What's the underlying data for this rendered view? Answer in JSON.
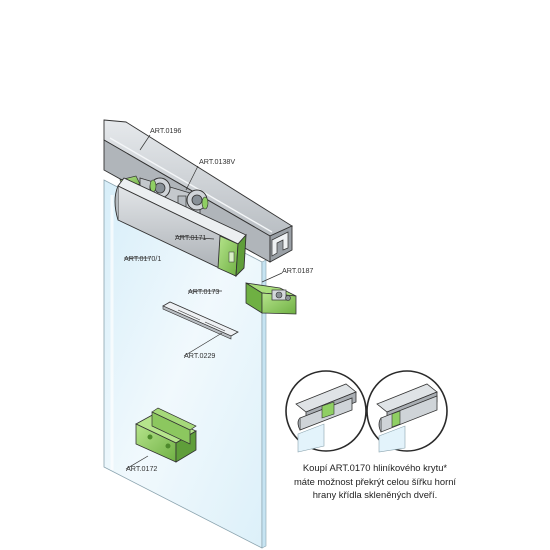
{
  "labels": {
    "art_0196": "ART.0196",
    "art_0138v": "ART.0138V",
    "art_0171": "ART.0171",
    "art_0170_1": "ART.0170/1",
    "art_0187": "ART.0187",
    "art_0173": "ART.0173",
    "art_0229": "ART.0229",
    "art_0172": "ART.0172"
  },
  "caption": {
    "line1": "Koupí ART.0170 hliníkového krytu*",
    "line2": "máte možnost překrýt celou šířku horní",
    "line3": "hrany křídla skleněných dveří."
  },
  "colors": {
    "green": "#8fcf63",
    "green_dark": "#5f9e3a",
    "aluminium": "#c9cdd1",
    "glass": "#e3f3fb",
    "outline": "#222222"
  }
}
